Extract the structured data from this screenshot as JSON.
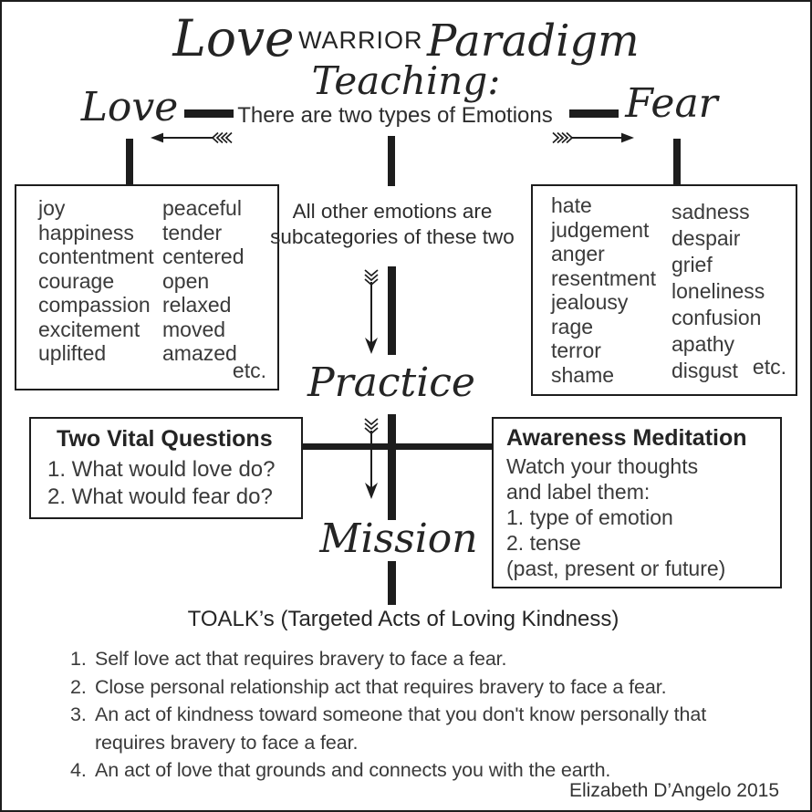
{
  "title": {
    "word1": "Love",
    "word2": "WARRIOR",
    "word3": "Paradigm",
    "subtitle": "Teaching:"
  },
  "teaching_row": {
    "love_label": "Love",
    "fear_label": "Fear",
    "statement": "There are two types of Emotions"
  },
  "love_box": {
    "col1": [
      "joy",
      "happiness",
      "contentment",
      "courage",
      "compassion",
      "excitement",
      "uplifted"
    ],
    "col2": [
      "peaceful",
      "tender",
      "centered",
      "open",
      "relaxed",
      "moved",
      "amazed"
    ],
    "etc": "etc."
  },
  "fear_box": {
    "col1": [
      "hate",
      "judgement",
      "anger",
      "resentment",
      "jealousy",
      "rage",
      "terror",
      "shame"
    ],
    "col2": [
      "sadness",
      "despair",
      "grief",
      "loneliness",
      "confusion",
      "apathy",
      "disgust"
    ],
    "etc": "etc."
  },
  "center": {
    "subcategories": "All other emotions are subcategories of these two",
    "practice": "Practice",
    "mission": "Mission"
  },
  "vital_questions": {
    "title": "Two Vital Questions",
    "items": [
      "1. What would love do?",
      "2. What would fear do?"
    ]
  },
  "awareness": {
    "title": "Awareness Meditation",
    "lines": [
      "Watch your thoughts",
      "and label them:",
      "1. type of emotion",
      "2. tense",
      "(past, present or future)"
    ]
  },
  "toalk": {
    "heading": "TOALK’s (Targeted Acts of Loving Kindness)",
    "items": [
      {
        "num": "1.",
        "text": "Self love act that requires bravery to face a fear."
      },
      {
        "num": "2.",
        "text": "Close personal relationship act that requires bravery to face a fear."
      },
      {
        "num": "3.",
        "text": "An act of kindness toward someone that you don't know personally that requires bravery to face a fear."
      },
      {
        "num": "4.",
        "text": "An act of love that grounds and connects you with the earth."
      }
    ]
  },
  "credit": "Elizabeth D’Angelo 2015",
  "icons": [
    "arrow-left-icon",
    "arrow-right-icon",
    "arrow-down-icon",
    "arrow-down-icon"
  ],
  "colors": {
    "ink": "#1d1d1d",
    "body_text": "#3a3a3a",
    "background": "#ffffff"
  }
}
